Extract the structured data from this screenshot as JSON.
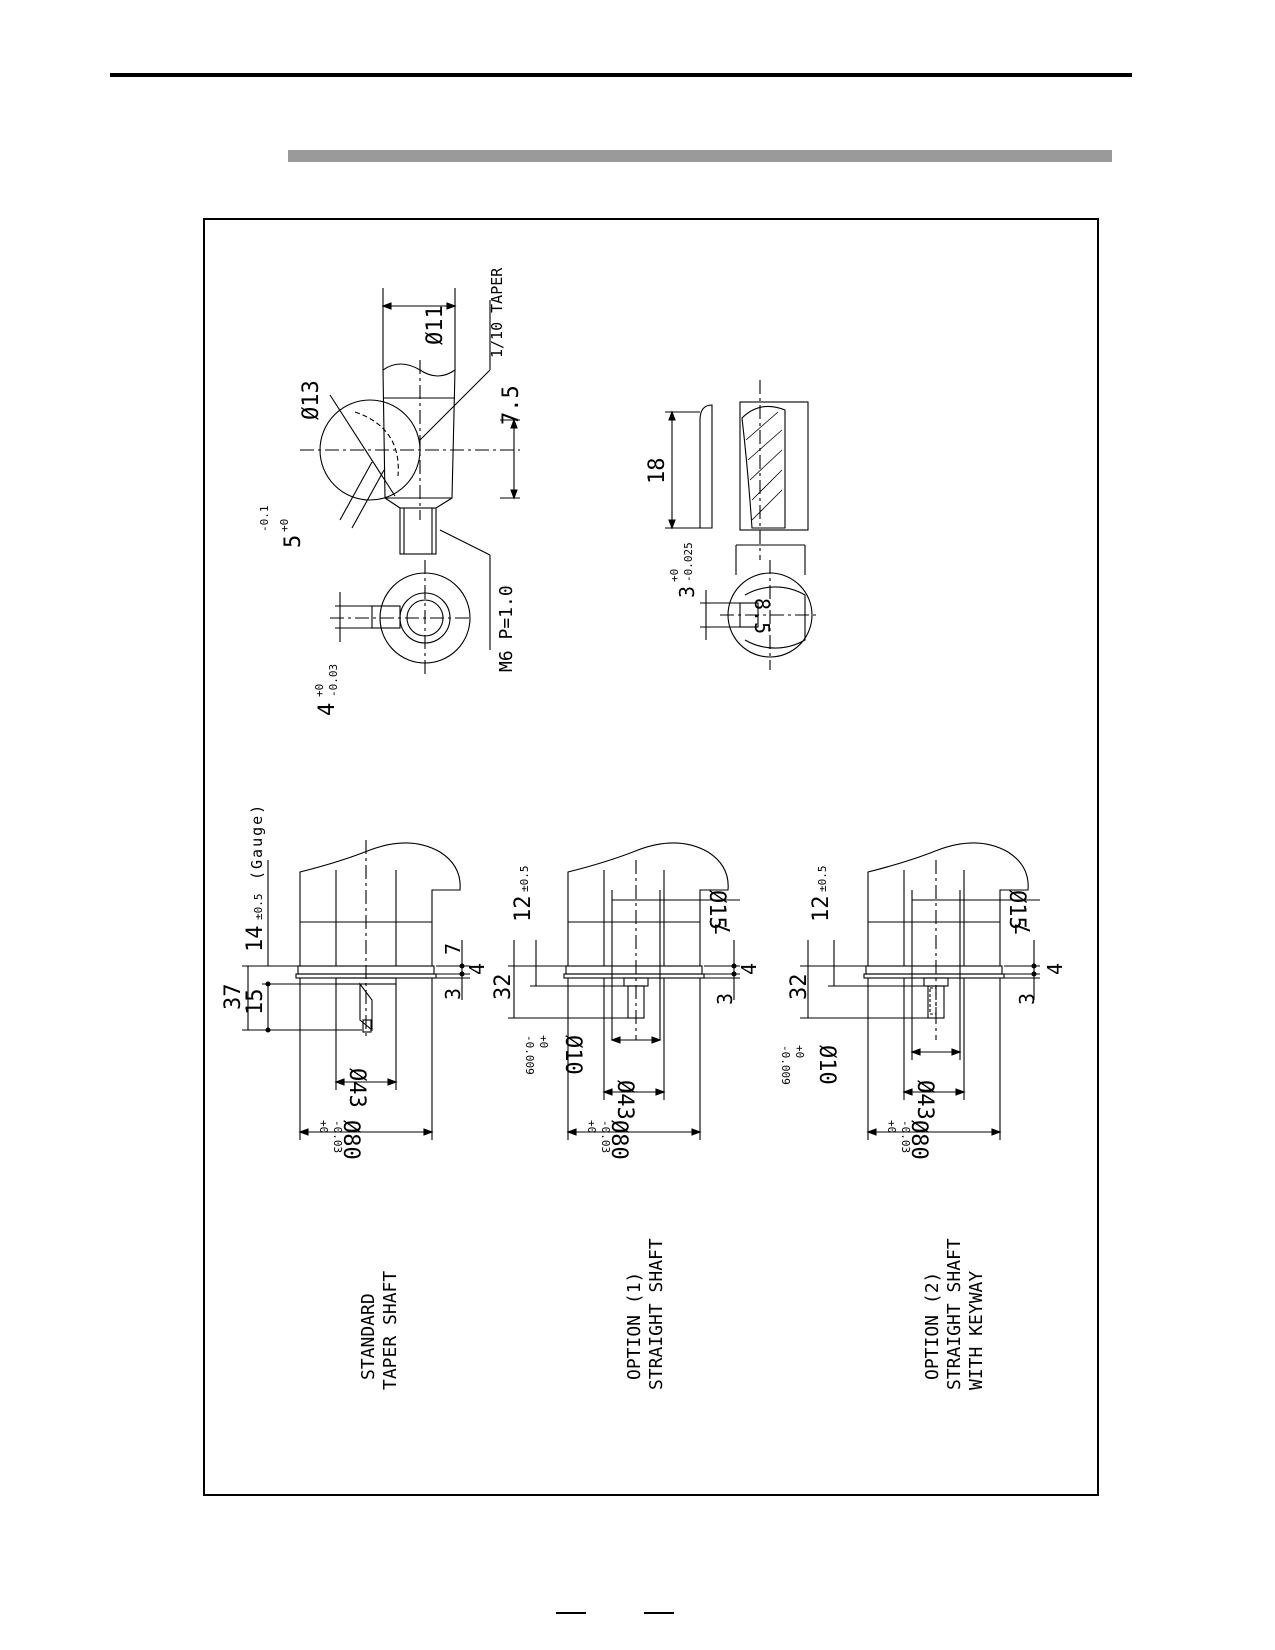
{
  "drawing": {
    "detail_taper": {
      "dia_11": "Ø11",
      "taper": "1/10 TAPER",
      "dia_13": "Ø13",
      "len_7_5": "7.5",
      "width_5": "5",
      "width_5_tol_upper": "+0",
      "width_5_tol_lower": "-0.1",
      "thread": "M6 P=1.0",
      "key_4": "4",
      "key_4_tol_upper": "+0",
      "key_4_tol_lower": "-0.03"
    },
    "detail_keyway": {
      "len_18": "18",
      "key_3": "3",
      "key_3_tol_upper": "+0",
      "key_3_tol_lower": "-0.025",
      "depth_8_5": "8.5"
    },
    "views": [
      {
        "title_line1": "STANDARD",
        "title_line2": "TAPER SHAFT",
        "title_line3": "",
        "dim_37": "37",
        "dim_15": "15",
        "dim_14": "14",
        "dim_14_tol": "±0.5",
        "dim_14_note": "(Gauge)",
        "dim_7": "7",
        "dim_4": "4",
        "dim_3": "3",
        "dia_43": "Ø43",
        "dia_80": "Ø80",
        "dia_80_tol_upper": "+0",
        "dia_80_tol_lower": "-0.03"
      },
      {
        "title_line1": "OPTION (1)",
        "title_line2": "STRAIGHT SHAFT",
        "title_line3": "",
        "dim_32": "32",
        "dim_12": "12",
        "dim_12_tol": "±0.5",
        "dim_7": "7",
        "dim_4": "4",
        "dim_3": "3",
        "dia_15": "Ø15",
        "dia_10": "Ø10",
        "dia_10_tol_upper": "+0",
        "dia_10_tol_lower": "-0.009",
        "dia_43": "Ø43",
        "dia_80": "Ø80",
        "dia_80_tol_upper": "+0",
        "dia_80_tol_lower": "-0.03"
      },
      {
        "title_line1": "OPTION (2)",
        "title_line2": "STRAIGHT SHAFT",
        "title_line3": "WITH KEYWAY",
        "dim_32": "32",
        "dim_12": "12",
        "dim_12_tol": "±0.5",
        "dim_7": "7",
        "dim_4": "4",
        "dim_3": "3",
        "dia_15": "Ø15",
        "dia_10": "Ø10",
        "dia_10_tol_upper": "+0",
        "dia_10_tol_lower": "-0.009",
        "dia_43": "Ø43",
        "dia_80": "Ø80",
        "dia_80_tol_upper": "+0",
        "dia_80_tol_lower": "-0.03"
      }
    ]
  }
}
